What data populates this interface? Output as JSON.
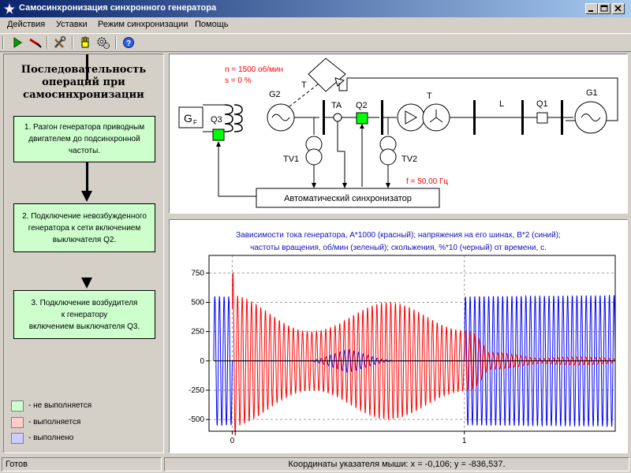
{
  "window": {
    "title": "Самосинхронизация синхронного генератора"
  },
  "menu": [
    "Действия",
    "Уставки",
    "Режим синхронизации",
    "Помощь"
  ],
  "toolbar": [
    {
      "name": "play-icon"
    },
    {
      "name": "stop-icon"
    },
    {
      "name": "tools-icon"
    },
    {
      "name": "hand-icon"
    },
    {
      "name": "settings-icon"
    },
    {
      "name": "help-icon"
    }
  ],
  "left_panel": {
    "heading": [
      "Последовательность",
      "операций при",
      "самосинхронизации"
    ],
    "steps": [
      [
        "1. Разгон генератора приводным",
        "двигателем до подсинхронной",
        "частоты."
      ],
      [
        "2. Подключение невозбужденного",
        "генератора к сети включением",
        "выключателя Q2."
      ],
      [
        "3. Подключение возбудителя",
        "к генератору",
        "включением выключателя Q3."
      ]
    ],
    "legend": [
      {
        "color": "#ccffcc",
        "label": "- не выполняется"
      },
      {
        "color": "#ffcccc",
        "label": "- выполняется"
      },
      {
        "color": "#ccccff",
        "label": "- выполнено"
      }
    ]
  },
  "diagram": {
    "speed": "n = 1500 об/мин",
    "slip": "s = 0 %",
    "frequency": "f = 50,00 Гц",
    "labels": {
      "GF": "G",
      "GF_sub": "F",
      "Q3": "Q3",
      "G2": "G2",
      "T_sensor": "T",
      "TA": "TA",
      "Q2": "Q2",
      "T": "T",
      "L": "L",
      "Q1": "Q1",
      "G1": "G1",
      "TV1": "TV1",
      "TV2": "TV2"
    },
    "synchronizer": "Автоматический синхронизатор"
  },
  "chart_title": [
    "Зависимости тока генератора, А*1000 (красный); напряжения на его шинах, В*2 (синий);",
    "частоты вращения, об/мин (зеленый); скольжения, %*10 (черный) от времени, с."
  ],
  "chart_data": {
    "type": "line",
    "x_ticks": [
      "0",
      "1"
    ],
    "y_ticks": [
      "750",
      "500",
      "250",
      "0",
      "-250",
      "-500"
    ],
    "xlim": [
      -0.1,
      1.65
    ],
    "ylim": [
      -600,
      900
    ],
    "grid": true,
    "series": [
      {
        "color": "#0000ff",
        "points": [
          [
            -0.08,
            550
          ],
          [
            0.0,
            550
          ],
          [
            0.0,
            0
          ],
          [
            0.33,
            0
          ],
          [
            0.5,
            100
          ],
          [
            0.7,
            0
          ],
          [
            1.0,
            0
          ],
          [
            1.0,
            550
          ],
          [
            1.65,
            560
          ]
        ]
      },
      {
        "color": "#ff0000",
        "points": [
          [
            0.0,
            790
          ],
          [
            0.02,
            560
          ],
          [
            0.2,
            520
          ],
          [
            0.45,
            480
          ],
          [
            0.7,
            500
          ],
          [
            1.0,
            520
          ],
          [
            1.1,
            80
          ],
          [
            1.3,
            40
          ],
          [
            1.65,
            30
          ]
        ]
      },
      {
        "color": "#000000",
        "points": [
          [
            -0.08,
            0
          ],
          [
            1.65,
            0
          ]
        ]
      }
    ]
  },
  "status": {
    "state": "Готов",
    "mouse": "Координаты указателя мыши:  x = -0,106;  y = -836,537."
  },
  "colors": {
    "green_switch": "#00ff00",
    "red_text": "#ff0000",
    "blue_text": "#1010c0",
    "step_inactive": "#ccffcc",
    "step_active": "#ffcccc",
    "step_done": "#ccccff"
  }
}
